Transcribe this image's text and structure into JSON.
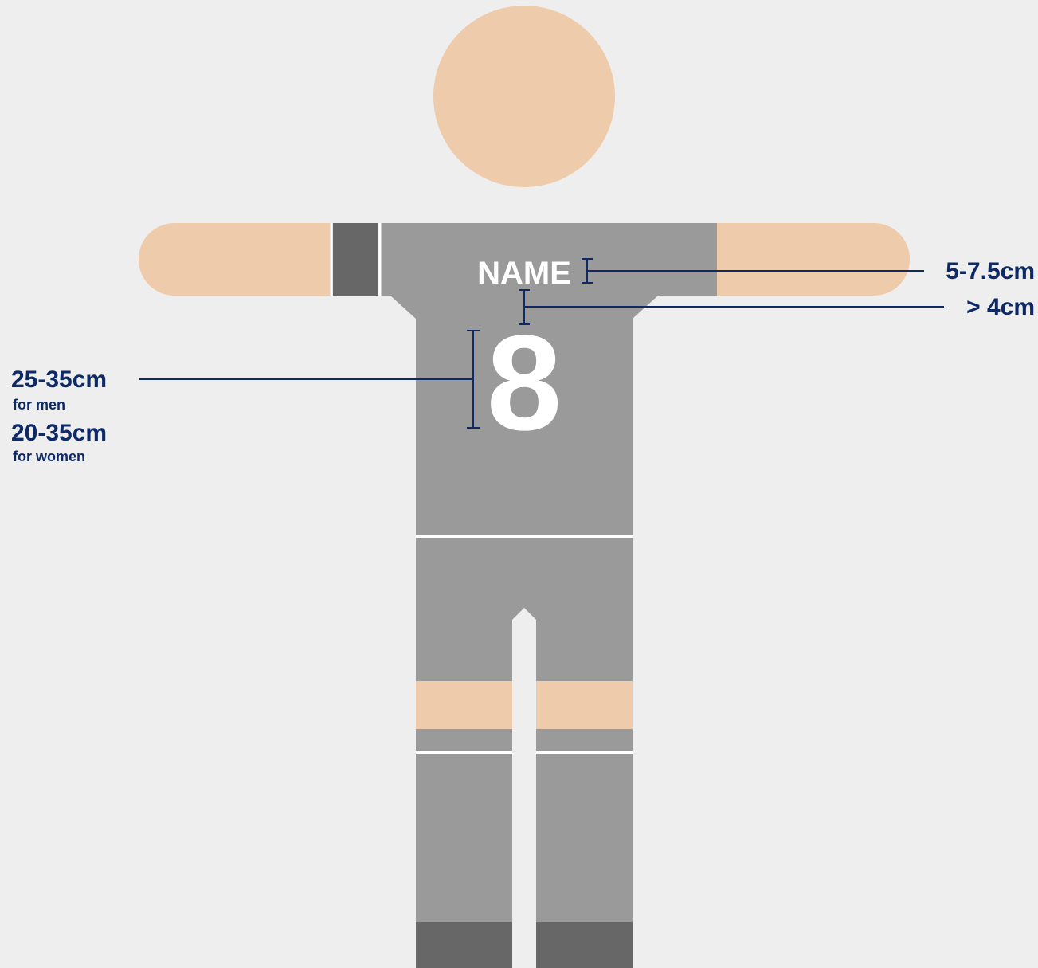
{
  "colors": {
    "background": "#eeeeee",
    "skin": "#eecbaa",
    "kit": "#9a9a9a",
    "kit_dark": "#676767",
    "print": "#ffffff",
    "annotation": "#0d2a66"
  },
  "shirt": {
    "name_text": "NAME",
    "number_text": "8"
  },
  "measurements": {
    "name_height": "5-7.5cm",
    "name_number_gap": "> 4cm",
    "number_height_men": "25-35cm",
    "men_note": "for men",
    "number_height_women": "20-35cm",
    "women_note": "for women"
  }
}
